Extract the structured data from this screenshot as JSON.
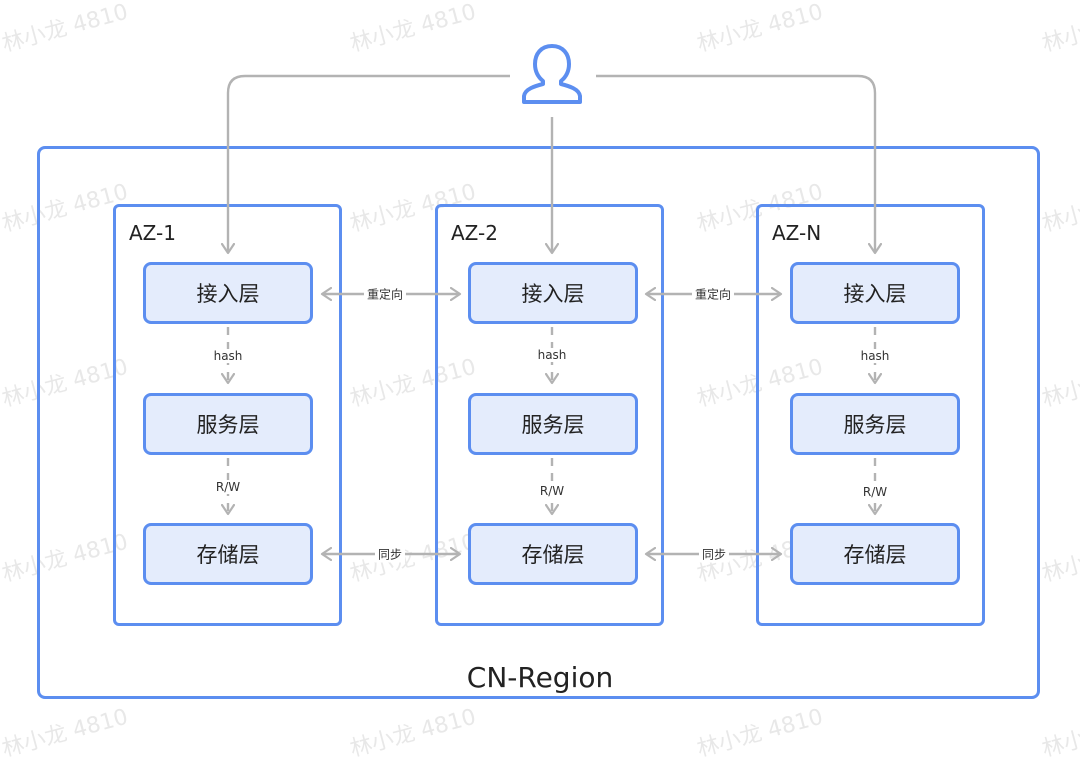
{
  "watermark": "林小龙 4810",
  "region": {
    "label": "CN-Region"
  },
  "user": {
    "icon": "user-icon"
  },
  "zones": [
    {
      "label": "AZ-1",
      "layers": [
        "接入层",
        "服务层",
        "存储层"
      ],
      "edges": [
        "hash",
        "R/W"
      ]
    },
    {
      "label": "AZ-2",
      "layers": [
        "接入层",
        "服务层",
        "存储层"
      ],
      "edges": [
        "hash",
        "R/W"
      ]
    },
    {
      "label": "AZ-N",
      "layers": [
        "接入层",
        "服务层",
        "存储层"
      ],
      "edges": [
        "hash",
        "R/W"
      ]
    }
  ],
  "cross_links": {
    "access": [
      "重定向",
      "重定向"
    ],
    "storage": [
      "同步",
      "同步"
    ]
  },
  "colors": {
    "accent": "#5c8ef0",
    "fill": "#e4ecfc",
    "wire": "#b3b3b3"
  }
}
